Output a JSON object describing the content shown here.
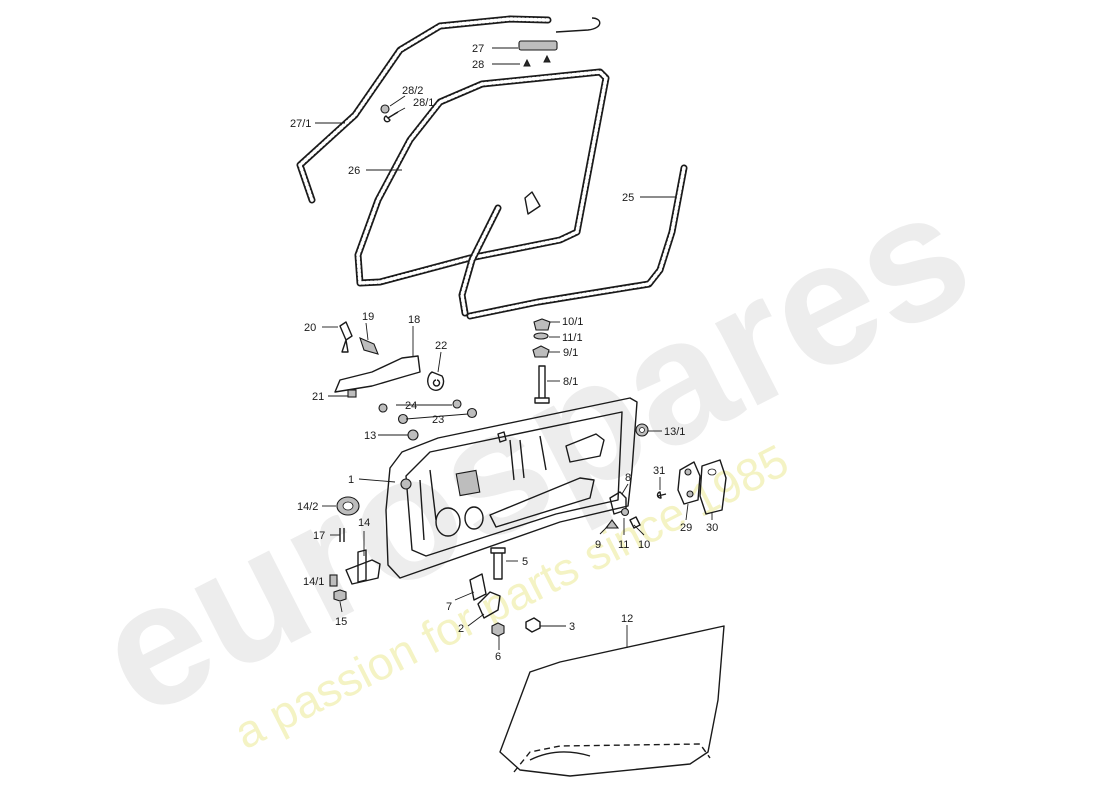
{
  "watermark": {
    "brand": "eurospares",
    "tagline": "a passion for parts since 1985"
  },
  "callouts": [
    {
      "id": "27-1",
      "text": "27/1"
    },
    {
      "id": "27",
      "text": "27"
    },
    {
      "id": "28",
      "text": "28"
    },
    {
      "id": "28-2",
      "text": "28/2"
    },
    {
      "id": "28-1",
      "text": "28/1"
    },
    {
      "id": "26",
      "text": "26"
    },
    {
      "id": "25",
      "text": "25"
    },
    {
      "id": "20",
      "text": "20"
    },
    {
      "id": "19",
      "text": "19"
    },
    {
      "id": "18",
      "text": "18"
    },
    {
      "id": "22",
      "text": "22"
    },
    {
      "id": "21",
      "text": "21"
    },
    {
      "id": "24",
      "text": "24"
    },
    {
      "id": "23",
      "text": "23"
    },
    {
      "id": "13",
      "text": "13"
    },
    {
      "id": "10-1",
      "text": "10/1"
    },
    {
      "id": "11-1",
      "text": "11/1"
    },
    {
      "id": "9-1",
      "text": "9/1"
    },
    {
      "id": "8-1",
      "text": "8/1"
    },
    {
      "id": "13-1",
      "text": "13/1"
    },
    {
      "id": "1",
      "text": "1"
    },
    {
      "id": "14-2",
      "text": "14/2"
    },
    {
      "id": "14",
      "text": "14"
    },
    {
      "id": "17",
      "text": "17"
    },
    {
      "id": "14-1",
      "text": "14/1"
    },
    {
      "id": "15",
      "text": "15"
    },
    {
      "id": "8",
      "text": "8"
    },
    {
      "id": "9",
      "text": "9"
    },
    {
      "id": "11",
      "text": "11"
    },
    {
      "id": "10",
      "text": "10"
    },
    {
      "id": "31",
      "text": "31"
    },
    {
      "id": "29",
      "text": "29"
    },
    {
      "id": "30",
      "text": "30"
    },
    {
      "id": "5",
      "text": "5"
    },
    {
      "id": "7",
      "text": "7"
    },
    {
      "id": "2",
      "text": "2"
    },
    {
      "id": "3",
      "text": "3"
    },
    {
      "id": "6",
      "text": "6"
    },
    {
      "id": "12",
      "text": "12"
    }
  ]
}
